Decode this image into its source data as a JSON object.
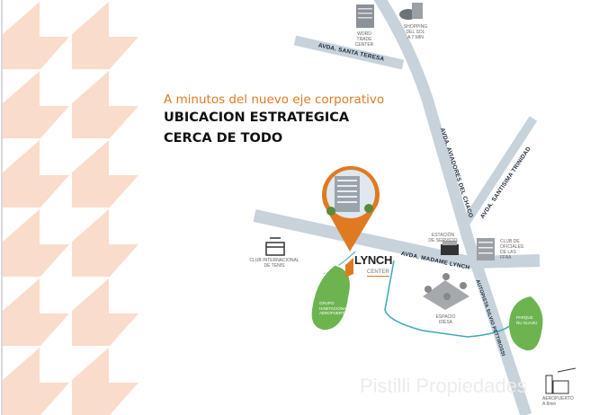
{
  "headline": {
    "subtitle": "A minutos del nuevo eje corporativo",
    "title_line1": "UBICACION ESTRATEGICA",
    "title_line2": "CERCA DE TODO"
  },
  "roads": {
    "santa_teresa": "AVDA. SANTA TERESA",
    "aviadores": "AVDA. AVIADORES DEL CHACO",
    "trinidad": "AVDA. SANTISIMA TRINIDAD",
    "madame_lynch": "AVDA. MADAME LYNCH",
    "autopista": "AUTOPISTA SILVIO PETTIROSSI"
  },
  "places": {
    "wtc": "WORD\nTRADE\nCENTER",
    "shopping": "SHOPPING\nDEL SOL\nA 7 MIN",
    "estacion": "ESTACIÓN\nDE SERVICIO",
    "club_oficiales": "CLUB DE\nOFICIALES\nDE LAS FFAA",
    "club_tenis": "CLUB INTERNACIONAL\nDE TENIS",
    "grupo": "GRUPO\nHABITACIONAL\nAEROPUERTO",
    "idesa": "ESPACIO\nIDESA",
    "parque": "PARQUE\nÑU GUAZÚ",
    "aeropuerto": "AEROPUERTO\nA 8min"
  },
  "logo": {
    "name": "LYNCH",
    "sub": "CENTER"
  },
  "watermark": "Pistilli Propiedades",
  "colors": {
    "accent": "#e07a22",
    "road": "#c7d2db",
    "pattern": "#f9dccb",
    "park": "#6db451",
    "path": "#3fa9b5"
  }
}
